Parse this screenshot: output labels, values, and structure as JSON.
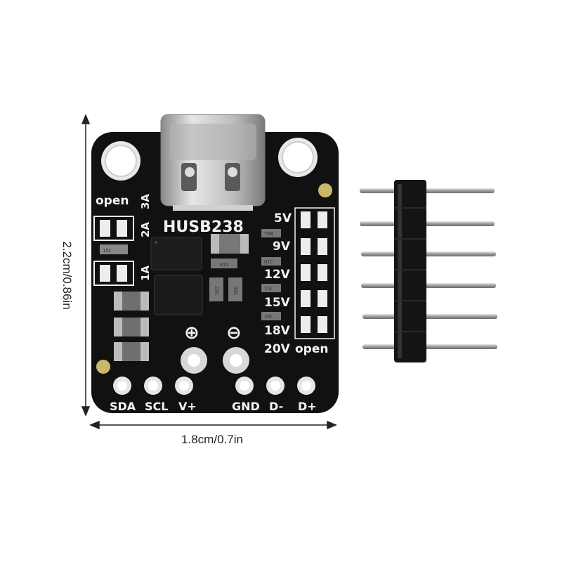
{
  "dimensions": {
    "width_label": "1.8cm/0.7in",
    "height_label": "2.2cm/0.86in"
  },
  "board": {
    "name": "HUSB238",
    "current_options": [
      "3A",
      "2A",
      "1A"
    ],
    "open_label_left": "open",
    "open_label_right": "open",
    "voltage_labels": [
      "5V",
      "9V",
      "12V",
      "15V",
      "18V",
      "20V"
    ],
    "resistor_codes": [
      "76B",
      "01C",
      "15C",
      "26C",
      "15C",
      "01X",
      "5E2",
      "5E6"
    ],
    "pin_labels": [
      "SDA",
      "SCL",
      "V+",
      "GND",
      "D-",
      "D+"
    ],
    "plus_symbol": "⊕",
    "minus_symbol": "⊖"
  },
  "header": {
    "pin_count": 6
  },
  "colors": {
    "pcb": "#111111",
    "silkscreen": "#f2f2f2",
    "pad_gold": "#d4c47a",
    "connector_metal": "#c8c8c8"
  }
}
